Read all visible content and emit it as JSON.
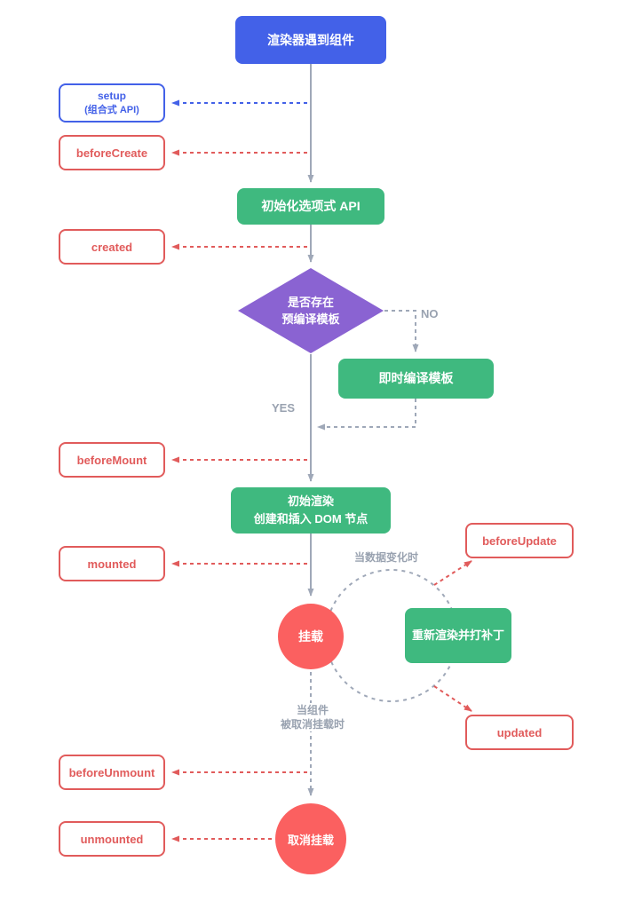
{
  "colors": {
    "blue": "#4361e8",
    "green": "#3fb97f",
    "purple": "#8a63d2",
    "red_fill": "#fb6060",
    "red_outline": "#e15b5b",
    "gray_line": "#9fa8b8",
    "gray_label": "#99a2b0",
    "background": "#ffffff"
  },
  "nodes": {
    "renderer": {
      "label": "渲染器遇到组件"
    },
    "setup": {
      "line1": "setup",
      "line2": "(组合式 API)"
    },
    "before_create": {
      "label": "beforeCreate"
    },
    "init_options": {
      "label": "初始化选项式 API"
    },
    "created": {
      "label": "created"
    },
    "decision": {
      "line1": "是否存在",
      "line2": "预编译模板"
    },
    "compile": {
      "label": "即时编译模板"
    },
    "before_mount": {
      "label": "beforeMount"
    },
    "initial_render": {
      "line1": "初始渲染",
      "line2": "创建和插入 DOM 节点"
    },
    "mounted_hook": {
      "label": "mounted"
    },
    "before_update": {
      "label": "beforeUpdate"
    },
    "mounted_state": {
      "label": "挂载"
    },
    "rerender": {
      "label": "重新渲染并打补丁"
    },
    "updated": {
      "label": "updated"
    },
    "before_unmount": {
      "label": "beforeUnmount"
    },
    "unmounted": {
      "label": "unmounted"
    },
    "unmount_state": {
      "label": "取消挂载"
    }
  },
  "labels": {
    "no": "NO",
    "yes": "YES",
    "on_data_change": "当数据变化时",
    "on_unmount_line1": "当组件",
    "on_unmount_line2": "被取消挂载时"
  }
}
